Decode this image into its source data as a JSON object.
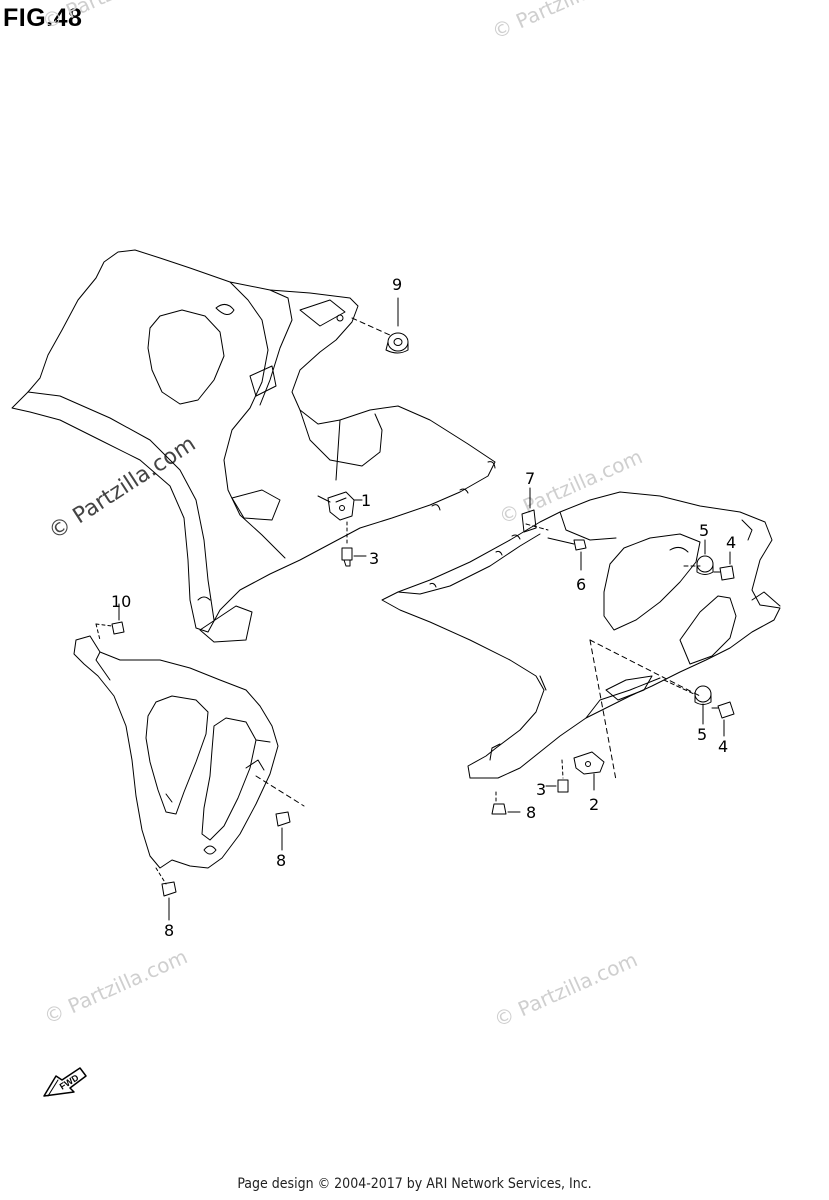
{
  "figure": {
    "title": "FIG.48"
  },
  "callouts": [
    "1",
    "2",
    "3",
    "3",
    "4",
    "4",
    "5",
    "5",
    "6",
    "7",
    "8",
    "8",
    "8",
    "9",
    "10"
  ],
  "fwd_label": "FWD",
  "watermarks": {
    "main": "© Partzilla.com",
    "faint": "© Partzilla.com"
  },
  "footer": {
    "text": "Page design © 2004-2017 by ARI Network Services, Inc."
  }
}
